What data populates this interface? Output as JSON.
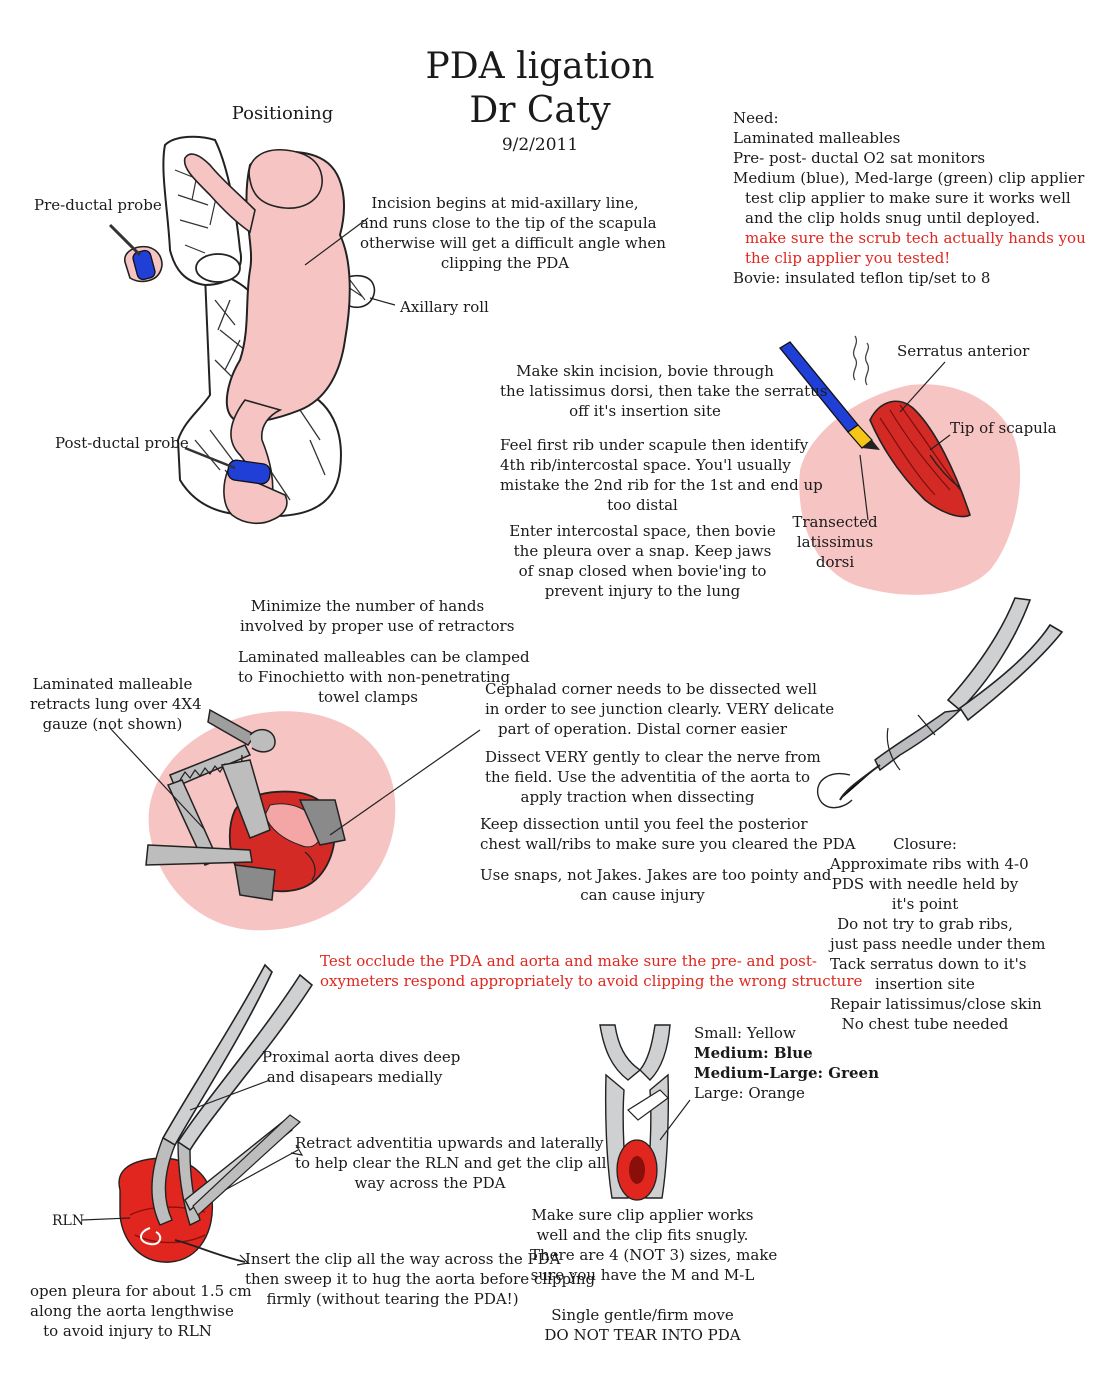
{
  "header": {
    "title_line1": "PDA ligation",
    "title_line2": "Dr Caty",
    "date": "9/2/2011"
  },
  "positioning": {
    "heading": "Positioning",
    "pre_ductal_probe": "Pre-ductal probe",
    "post_ductal_probe": "Post-ductal probe",
    "axillary_roll": "Axillary roll",
    "incision_note": [
      "Incision begins at mid-axillary line,",
      "and runs close to the tip of the scapula",
      "otherwise will get a difficult angle when",
      "clipping the PDA"
    ]
  },
  "need": {
    "lines": [
      "Need:",
      "Laminated malleables",
      "Pre- post- ductal O2 sat monitors",
      "Medium (blue), Med-large (green) clip applier",
      "test clip applier to make sure it works well",
      "and the clip holds snug until deployed."
    ],
    "warning": [
      "make sure the scrub tech actually hands you",
      "the clip applier you tested!"
    ],
    "bovie": "Bovie:  insulated teflon tip/set to 8"
  },
  "incision_steps": {
    "step1": [
      "Make skin incision, bovie through",
      "the latissimus dorsi, then take the serratus",
      "off it's insertion site"
    ],
    "step2": [
      "Feel first rib under scapule then identify",
      "4th rib/intercostal space.  You'l usually",
      "mistake the 2nd rib for the 1st and end up",
      "too distal"
    ],
    "step3": [
      "Enter intercostal space, then bovie",
      "the pleura over a snap.  Keep jaws",
      "of snap closed when bovie'ing to",
      "prevent injury to the lung"
    ]
  },
  "muscle_labels": {
    "serratus": "Serratus anterior",
    "scapula": "Tip of scapula",
    "transected": [
      "Transected",
      "latissimus",
      "dorsi"
    ]
  },
  "retractors": {
    "minimize": [
      "Minimize the number of hands",
      "involved by proper use of retractors"
    ],
    "laminated": [
      "Laminated malleables can be clamped",
      "to Finochietto with non-penetrating",
      "towel clamps"
    ],
    "malleable_label": [
      "Laminated malleable",
      "retracts lung over 4X4",
      "gauze (not shown)"
    ]
  },
  "dissection": {
    "cephalad": [
      "Cephalad corner needs to be dissected well",
      "in order to see junction clearly.  VERY delicate",
      "part of operation.   Distal corner easier"
    ],
    "dissect": [
      "Dissect VERY gently to clear the nerve from",
      "the field.  Use the adventitia of the aorta to",
      "apply traction when dissecting"
    ],
    "keep": [
      "Keep dissection until you feel the posterior",
      "chest wall/ribs to make sure you cleared the PDA"
    ],
    "snaps": [
      "Use snaps, not Jakes.  Jakes are too pointy and",
      "can cause injury"
    ]
  },
  "closure": {
    "lines": [
      "Closure:",
      "Approximate ribs with 4-0",
      "PDS with needle held by",
      "it's point",
      "Do not try to grab ribs,",
      "just pass needle under them",
      "Tack serratus down to it's",
      "insertion site",
      "Repair latissimus/close skin",
      "No chest tube needed"
    ]
  },
  "test_occlude": [
    "Test occlude the PDA and aorta and make sure the pre- and post-",
    "oxymeters respond appropriately to avoid clipping the wrong structure"
  ],
  "clip_section": {
    "proximal": [
      "Proximal aorta dives deep",
      "and disapears medially"
    ],
    "retract": [
      "Retract adventitia upwards and laterally",
      "to help clear the RLN and get the clip all",
      "way across the PDA"
    ],
    "rln": "RLN",
    "open_pleura": [
      "open pleura for about 1.5 cm",
      "along the aorta lengthwise",
      "to avoid injury to RLN"
    ],
    "insert": [
      "Insert the clip all the way across the PDA",
      "then sweep it to hug the aorta before clipping",
      "firmly (without tearing the PDA!)"
    ]
  },
  "sizes": {
    "small": "Small: Yellow",
    "medium": "Medium: Blue",
    "medium_large": "Medium-Large: Green",
    "large": "Large: Orange"
  },
  "applier_notes": {
    "make_sure": [
      "Make sure clip applier works",
      "well and the clip fits snugly.",
      "There are 4 (NOT 3) sizes, make",
      "sure you have the M and M-L"
    ],
    "single": [
      "Single gentle/firm move",
      "DO NOT TEAR INTO PDA"
    ]
  },
  "colors": {
    "skin": "#f7c4c4",
    "blood": "#e0261f",
    "probe": "#1f3fd6",
    "warning_text": "#e0261f"
  }
}
